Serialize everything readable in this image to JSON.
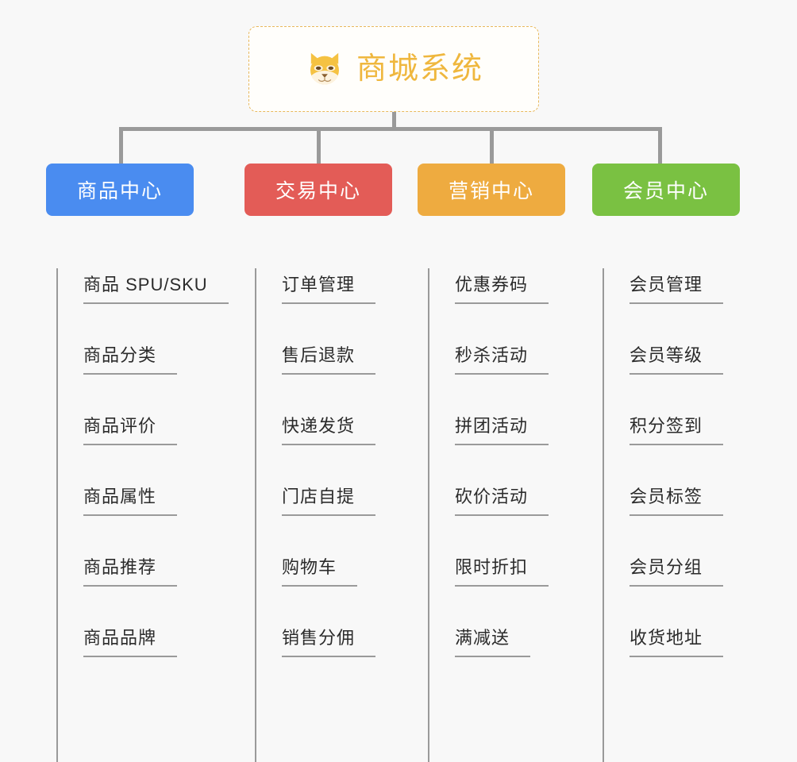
{
  "background_color": "#f8f8f8",
  "root": {
    "title": "商城系统",
    "icon": "shiba-dog-face-icon",
    "text_color": "#efb73e",
    "border_color": "#e8b85c",
    "background_color": "#fffefb"
  },
  "connector_color": "#9a9a9a",
  "branches": [
    {
      "label": "商品中心",
      "color": "#4a8cf0",
      "leaves": [
        "商品 SPU/SKU",
        "商品分类",
        "商品评价",
        "商品属性",
        "商品推荐",
        "商品品牌"
      ]
    },
    {
      "label": "交易中心",
      "color": "#e35c57",
      "leaves": [
        "订单管理",
        "售后退款",
        "快递发货",
        "门店自提",
        "购物车",
        "销售分佣"
      ]
    },
    {
      "label": "营销中心",
      "color": "#eeab40",
      "leaves": [
        "优惠券码",
        "秒杀活动",
        "拼团活动",
        "砍价活动",
        "限时折扣",
        "满减送"
      ]
    },
    {
      "label": "会员中心",
      "color": "#7ac142",
      "leaves": [
        "会员管理",
        "会员等级",
        "积分签到",
        "会员标签",
        "会员分组",
        "收货地址"
      ]
    }
  ]
}
